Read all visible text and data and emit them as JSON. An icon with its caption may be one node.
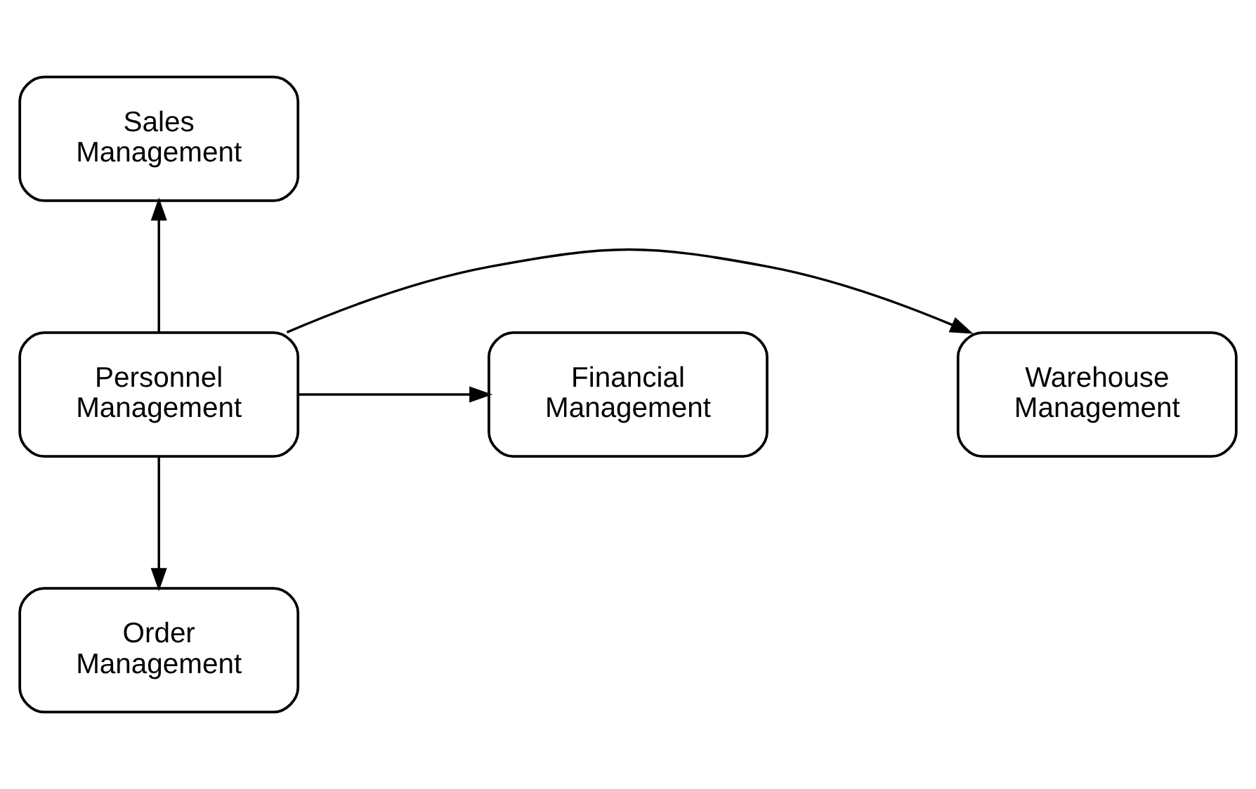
{
  "diagram": {
    "nodes": [
      {
        "text": [
          "Sales Management"
        ]
      },
      {
        "text": [
          "Financial Management"
        ]
      },
      {
        "text": [
          "Personnel Management"
        ]
      },
      {
        "text": [
          "Warehouse Management"
        ]
      },
      {
        "text": [
          "Order Management"
        ]
      }
    ],
    "edges": [
      {
        "from": 2,
        "to": 0,
        "arrow": "to"
      },
      {
        "from": 2,
        "to": 1,
        "arrow": "to"
      },
      {
        "from": 2,
        "to": 3,
        "arrow": "to"
      },
      {
        "from": 2,
        "to": 4,
        "arrow": "to"
      }
    ]
  }
}
